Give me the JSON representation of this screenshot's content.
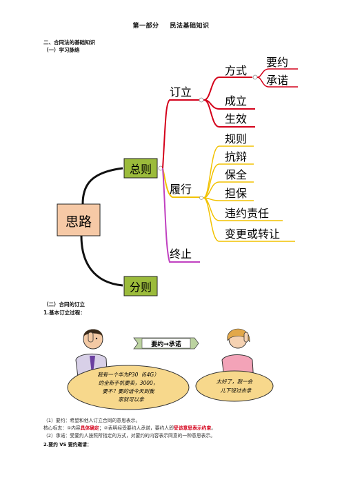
{
  "header": {
    "part": "第一部分",
    "title": "民法基础知识"
  },
  "section": {
    "heading": "二、合同法的基础知识",
    "subheading": "（一）学习脉络"
  },
  "mindmap": {
    "root": "思路",
    "general": "总则",
    "specific": "分则",
    "conclude": "订立",
    "perform": "履行",
    "terminate": "终止",
    "method": "方式",
    "offer": "要约",
    "acceptance": "承诺",
    "formation": "成立",
    "effect": "生效",
    "perform_items": [
      "规则",
      "抗辩",
      "保全",
      "担保",
      "违约责任",
      "变更或转让"
    ]
  },
  "section2": {
    "heading": "（二）合同的订立",
    "subheading": "1.基本订立过程："
  },
  "illustration": {
    "banner": "要约→承诺",
    "bubble_left": [
      "我有一个华为P30（64G）",
      "的全新手机要卖，3000，",
      "要不？要的话今天到我",
      "家就可以拿"
    ],
    "bubble_right": [
      "太好了，我一会",
      "儿下班过去拿"
    ]
  },
  "body": {
    "line1": "（1）要约：希望和他人订立合同的意思表示。",
    "line2_a": "核心标志：①内容",
    "line2_b": "具体确定",
    "line2_c": "；②表明经受要约人承诺，要约人即",
    "line2_d": "受该意思表示约束",
    "line2_e": "。",
    "line3": "（2）承诺：受要约人按照所指定的方式，对要约的内容表示同意的一种意思表示。",
    "line4": "2.要约 VS 要约邀请："
  },
  "colors": {
    "red": "#d4001a",
    "green": "#2e8b2e",
    "yellow": "#f2c200",
    "magenta": "#c040c0",
    "peach": "#f6c9a6",
    "olive": "#9bbb3b"
  }
}
